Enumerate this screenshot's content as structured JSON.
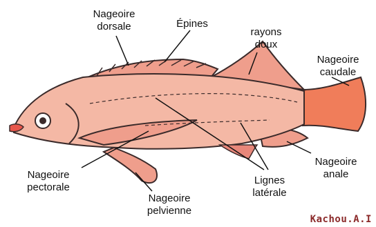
{
  "labels": {
    "dorsal": "Nageoire\ndorsale",
    "epines": "Épines",
    "rayons": "rayons\ndoux",
    "caudale": "Nageoire\ncaudale",
    "pectorale": "Nageoire\npectorale",
    "pelvienne": "Nageoire\npelvienne",
    "lignes": "Lignes\nlatérale",
    "anale": "Nageoire\nanale"
  },
  "credit": "Kachou.A.I",
  "colors": {
    "body": "#f4b8a5",
    "outline": "#3a2a2a",
    "caudal": "#f07d5a",
    "fin": "#ef9e8c",
    "lip": "#e8564a"
  }
}
